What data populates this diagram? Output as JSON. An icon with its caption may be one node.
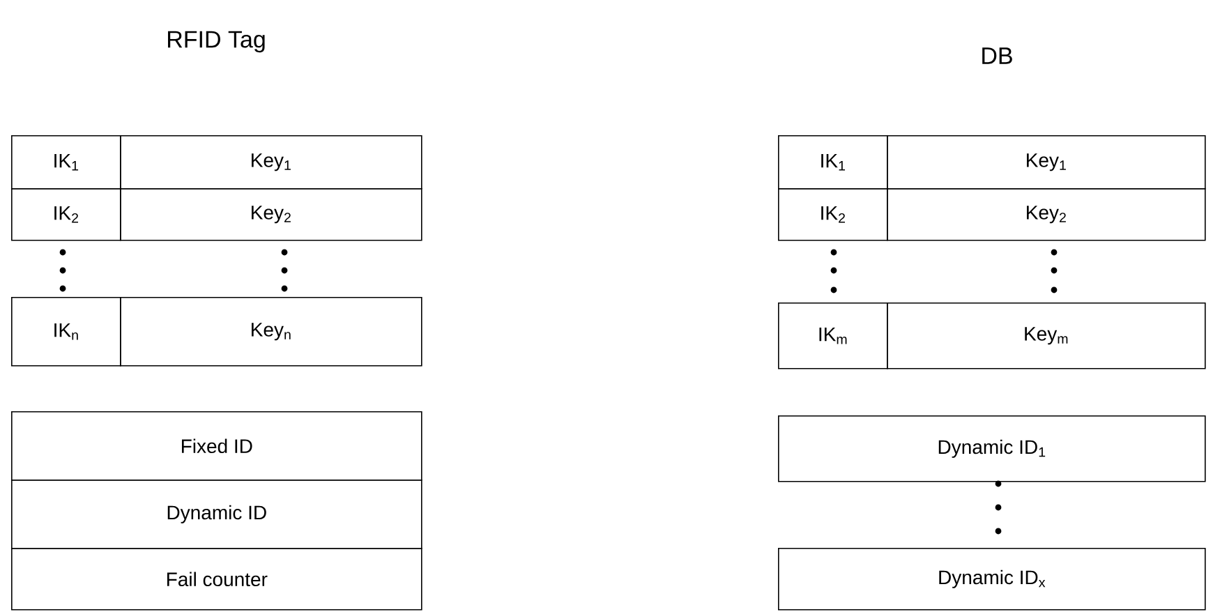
{
  "diagram": {
    "nodes": [
      {
        "text": [
          "IK$_{1}$"
        ]
      },
      {
        "text": [
          "Key$_{1}$"
        ]
      },
      {
        "text": [
          "IK$_{2}$"
        ]
      },
      {
        "text": [
          "Key$_{2}$"
        ]
      },
      {
        "text": [
          "IK$_{n}$"
        ]
      },
      {
        "text": [
          "Key$_{n}$"
        ]
      },
      {
        "text": [
          "Fixed ID"
        ]
      },
      {
        "text": [
          "Dynamic ID"
        ]
      },
      {
        "text": [
          "Fail counter"
        ]
      },
      {
        "text": [
          "IK$_{1}$"
        ]
      },
      {
        "text": [
          "Key$_{1}$"
        ]
      },
      {
        "text": [
          "IK$_{2}$"
        ]
      },
      {
        "text": [
          "Key$_{2}$"
        ]
      },
      {
        "text": [
          "IK$_{m}$"
        ]
      },
      {
        "text": [
          "Key$_{m}$"
        ]
      },
      {
        "text": [
          "Dynamic ID$_{1}$"
        ]
      },
      {
        "text": [
          "Dynamic ID$_{x}$"
        ]
      }
    ],
    "labels": [
      "RFID Tag",
      "DB"
    ]
  }
}
